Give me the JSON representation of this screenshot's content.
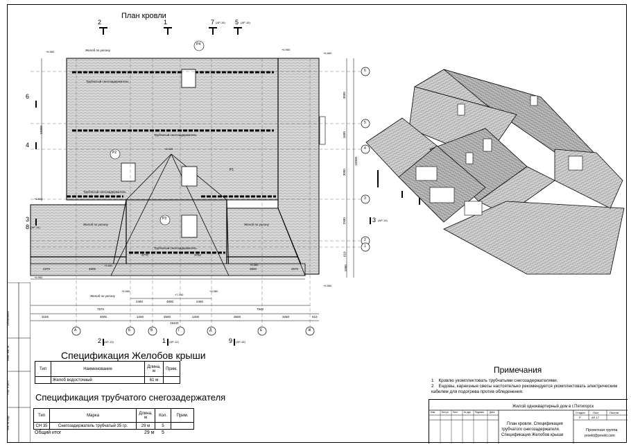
{
  "drawing": {
    "plan_title": "План кровли",
    "section_marks": [
      {
        "num": "2",
        "ref": ""
      },
      {
        "num": "1",
        "ref": ""
      },
      {
        "num": "7",
        "ref": "(АР-16)"
      },
      {
        "num": "5",
        "ref": "(АР-16)"
      },
      {
        "num": "6",
        "ref": ""
      },
      {
        "num": "4",
        "ref": ""
      },
      {
        "num": "3",
        "ref": ""
      },
      {
        "num": "8",
        "ref": "(АР-14)"
      }
    ],
    "bottom_marks": [
      {
        "num": "2",
        "ref": "(АР-13)"
      },
      {
        "num": "1",
        "ref": "(АР-12)"
      },
      {
        "num": "9",
        "ref": "(АР-16)"
      }
    ],
    "right_mark": {
      "num": "3",
      "ref": "(АР-14)"
    },
    "axes_letters": [
      "А",
      "Б",
      "В",
      "Г",
      "Д",
      "Е",
      "Ж"
    ],
    "axes_numbers": [
      "6",
      "5",
      "4",
      "3",
      "2",
      "1"
    ],
    "dims_bottom_row1": [
      "7970",
      "7840"
    ],
    "dims_bottom_row2": [
      "3165",
      "4000",
      "1200",
      "2500",
      "1200",
      "3600",
      "3250",
      "610"
    ],
    "dims_total": "19420",
    "dims_mid": [
      "2460",
      "4800",
      "2460"
    ],
    "dims_left_lower": [
      "2370",
      "4600",
      "3770",
      "3762",
      "3600",
      "2570"
    ],
    "right_dims": [
      "3000",
      "1600",
      "3000",
      "2900",
      "610",
      "1000",
      "10000"
    ],
    "left_dim": "10000",
    "marks_levels": [
      "+6.960",
      "+6.960",
      "+6.660",
      "+6.660",
      "+6.960",
      "+6.560",
      "+5.660",
      "+5.560",
      "+5.560",
      "+5.560",
      "+7.240",
      "+8.625"
    ],
    "labels": {
      "snow1": "Трубчатый снегозадержатель",
      "snow2": "Трубчатый снегозадержатель",
      "snow3": "Трубчатый снегозадержатель",
      "snow4": "Трубчатый снегозадержатель",
      "gutter1": "Желоб по уклону",
      "gutter2": "Желоб по уклону",
      "gutter3": "Желоб по уклону",
      "gutter4": "Желоб по уклону",
      "p4": "Р4",
      "p2": "Р2",
      "p3": "Р3",
      "p1": "Р1"
    }
  },
  "spec_gutters": {
    "title": "Спецификация Желобов крыши",
    "headers": [
      "Тип",
      "Наименование",
      "Длина, м",
      "Прим."
    ],
    "rows": [
      [
        "",
        "Желоб водосточный",
        "61 м",
        ""
      ]
    ]
  },
  "spec_snow": {
    "title": "Спецификация трубчатого снегозадержателя",
    "headers": [
      "Тип",
      "Марка",
      "Длина, м",
      "Кол.",
      "Прим."
    ],
    "rows": [
      [
        "СН 35",
        "Снегозадержатель трубчатый 35 гр.",
        "29 м",
        "5",
        ""
      ]
    ],
    "total_label": "Общий итог",
    "total_length": "29 м",
    "total_count": "5"
  },
  "notes": {
    "title": "Примечания",
    "items": [
      "Кровлю укомплектовать трубчатыми снегозадержателями.",
      "Ендовы, карнизные свесы настоятельно рекомендуется укомплектовать электрическим кабелем для подогрева против обледенения."
    ]
  },
  "title_block": {
    "project": "Жилой одноквартирный дом в г.Пятигорск",
    "sheet_name_1": "План кровли. Спецификация",
    "sheet_name_2": "трубчатого снегозадержателя.",
    "sheet_name_3": "Спецификация Желобов крыши",
    "stage_h": "Стадия",
    "sheet_h": "Лист",
    "sheets_h": "Листов",
    "stage": "Р",
    "sheet": "АР-17",
    "org1": "Проектная группа",
    "org2": "proekt@proekt.com",
    "cols": [
      "Изм.",
      "Кол.уч",
      "Лист",
      "№ док.",
      "Подпись",
      "Дата"
    ]
  },
  "side_stamp": [
    "Согласовано",
    "Взам. инв. №",
    "Подп. и дата",
    "Инв. № подл."
  ]
}
